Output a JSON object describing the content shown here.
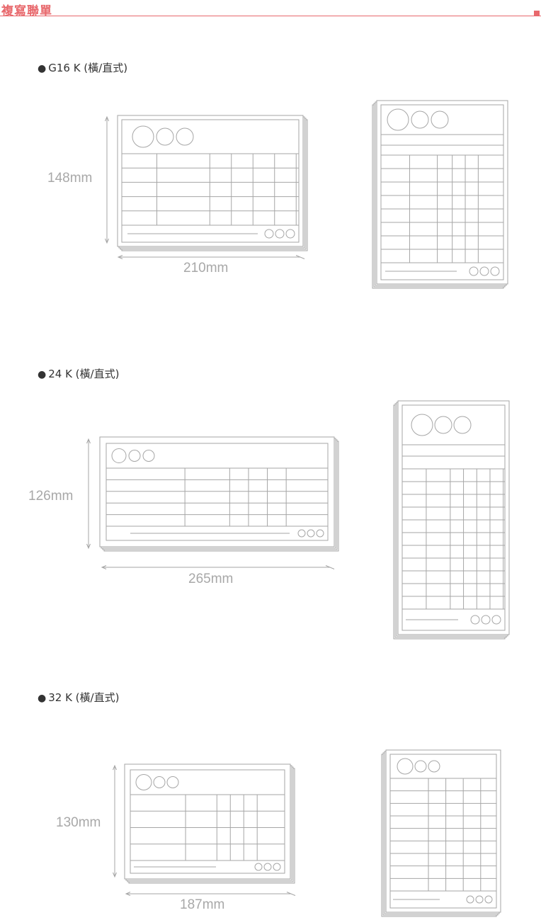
{
  "header": {
    "title": "複寫聯單"
  },
  "sections": [
    {
      "label": "G16 K (橫/直式)",
      "dims": {
        "height": "148mm",
        "width": "210mm"
      }
    },
    {
      "label": "24 K (橫/直式)",
      "dims": {
        "height": "126mm",
        "width": "265mm"
      }
    },
    {
      "label": "32 K (橫/直式)",
      "dims": {
        "height": "130mm",
        "width": "187mm"
      }
    }
  ],
  "colors": {
    "accent": "#e8686c",
    "line": "#a6a6a6",
    "dim_text": "#a8a8a8"
  }
}
